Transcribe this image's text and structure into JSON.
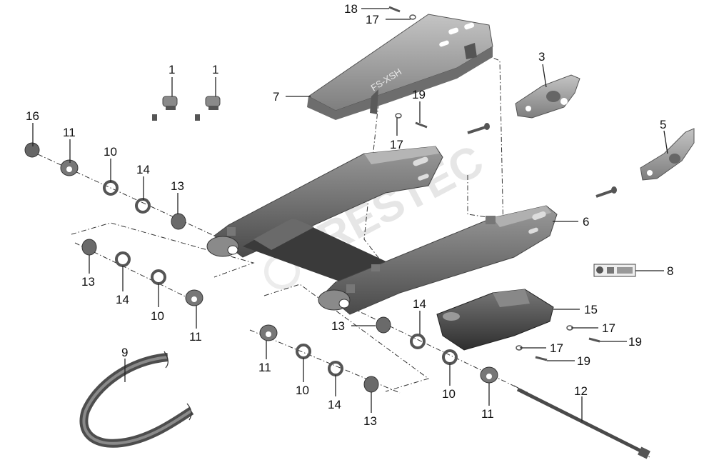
{
  "diagram": {
    "watermark": "CRESTEC",
    "arm_embossed_text": "FS-XSH",
    "callouts": [
      {
        "id": "c18",
        "text": "18"
      },
      {
        "id": "c17a",
        "text": "17"
      },
      {
        "id": "c1a",
        "text": "1"
      },
      {
        "id": "c1b",
        "text": "1"
      },
      {
        "id": "c3",
        "text": "3"
      },
      {
        "id": "c7",
        "text": "7"
      },
      {
        "id": "c19a",
        "text": "19"
      },
      {
        "id": "c17b",
        "text": "17"
      },
      {
        "id": "c16",
        "text": "16"
      },
      {
        "id": "c11a",
        "text": "11"
      },
      {
        "id": "c5",
        "text": "5"
      },
      {
        "id": "c10a",
        "text": "10"
      },
      {
        "id": "c14a",
        "text": "14"
      },
      {
        "id": "c13a",
        "text": "13"
      },
      {
        "id": "c6",
        "text": "6"
      },
      {
        "id": "c13b",
        "text": "13"
      },
      {
        "id": "c14b",
        "text": "14"
      },
      {
        "id": "c10b",
        "text": "10"
      },
      {
        "id": "c11b",
        "text": "11"
      },
      {
        "id": "c8",
        "text": "8"
      },
      {
        "id": "c15",
        "text": "15"
      },
      {
        "id": "c14c",
        "text": "14"
      },
      {
        "id": "c13c",
        "text": "13"
      },
      {
        "id": "c17c",
        "text": "17"
      },
      {
        "id": "c19b",
        "text": "19"
      },
      {
        "id": "c17d",
        "text": "17"
      },
      {
        "id": "c19c",
        "text": "19"
      },
      {
        "id": "c9",
        "text": "9"
      },
      {
        "id": "c11c",
        "text": "11"
      },
      {
        "id": "c10c",
        "text": "10"
      },
      {
        "id": "c14d",
        "text": "14"
      },
      {
        "id": "c13d",
        "text": "13"
      },
      {
        "id": "c10d",
        "text": "10"
      },
      {
        "id": "c12",
        "text": "12"
      },
      {
        "id": "c11d",
        "text": "11"
      }
    ]
  }
}
